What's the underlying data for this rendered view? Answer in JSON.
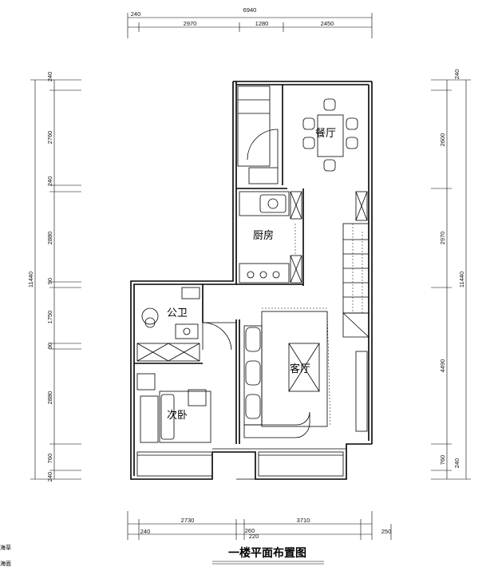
{
  "title": "一楼平面布置图",
  "rooms": {
    "dining": "餐厅",
    "kitchen": "厨房",
    "public_bath": "公卫",
    "living": "客厅",
    "second_bedroom": "次卧"
  },
  "dims": {
    "top_total": "6940",
    "top_seg1": "240",
    "top_seg2": "2970",
    "top_seg3": "1280",
    "top_seg4": "2450",
    "bottom_seg1": "2730",
    "bottom_seg2": "3710",
    "bottom_edge1": "240",
    "bottom_edge2": "260",
    "bottom_edge3": "220",
    "bottom_edge4": "250",
    "left_total": "11440",
    "left_seg1": "240",
    "left_seg2": "2760",
    "left_seg3": "240",
    "left_seg4": "2880",
    "left_seg5": "90",
    "left_seg6": "1750",
    "left_seg7": "90",
    "left_seg8": "2880",
    "left_seg9": "760",
    "left_seg10": "240",
    "right_total": "11440",
    "right_seg1": "240",
    "right_seg2": "2600",
    "right_seg3": "2970",
    "right_seg4": "4490",
    "right_seg5": "760",
    "right_seg6": "240"
  },
  "fragments": {
    "frag1": "海草",
    "frag2": "海面"
  }
}
